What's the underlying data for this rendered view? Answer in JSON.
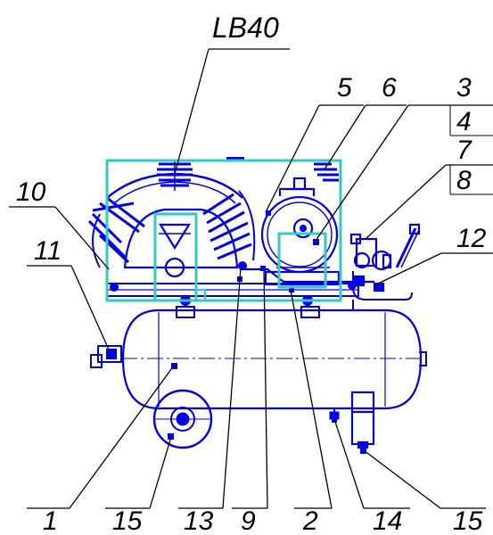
{
  "title": "LB40",
  "labels": {
    "l1": "1",
    "l2": "2",
    "l3": "3",
    "l4": "4",
    "l5": "5",
    "l6": "6",
    "l7": "7",
    "l8": "8",
    "l9": "9",
    "l10": "10",
    "l11": "11",
    "l12": "12",
    "l13": "13",
    "l14": "14",
    "l15a": "15",
    "l15b": "15"
  },
  "colors": {
    "drawing": "#0000e6",
    "frame": "#33c9c4",
    "leader": "#000000"
  }
}
